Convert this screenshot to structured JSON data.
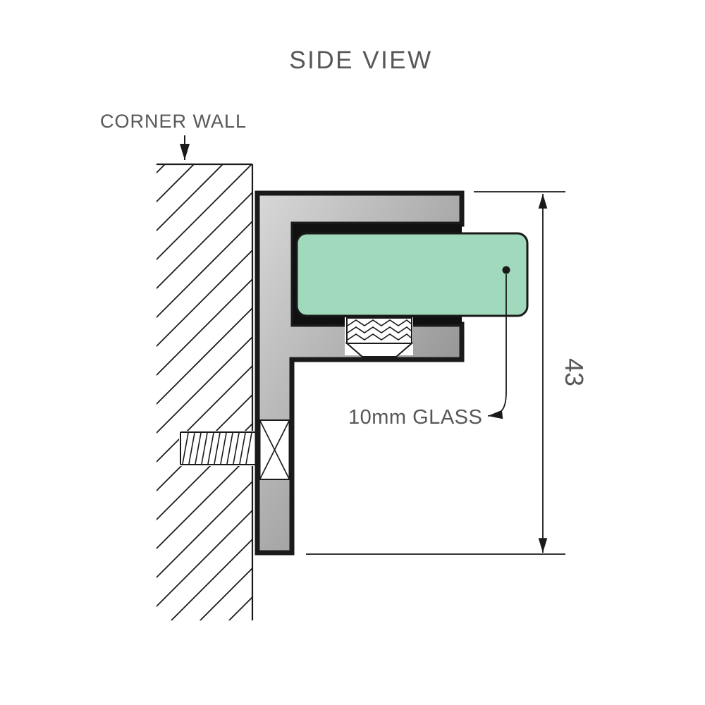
{
  "title": "SIDE VIEW",
  "labels": {
    "corner_wall": "CORNER WALL",
    "glass": "10mm GLASS",
    "dimension_43": "43"
  },
  "colors": {
    "line": "#1a1a1a",
    "text": "#575757",
    "glass_fill": "#a0d9bc",
    "gasket": "#101010",
    "bracket_light": "#d8d8d8",
    "bracket_dark": "#7f7f7f",
    "background": "#ffffff"
  }
}
